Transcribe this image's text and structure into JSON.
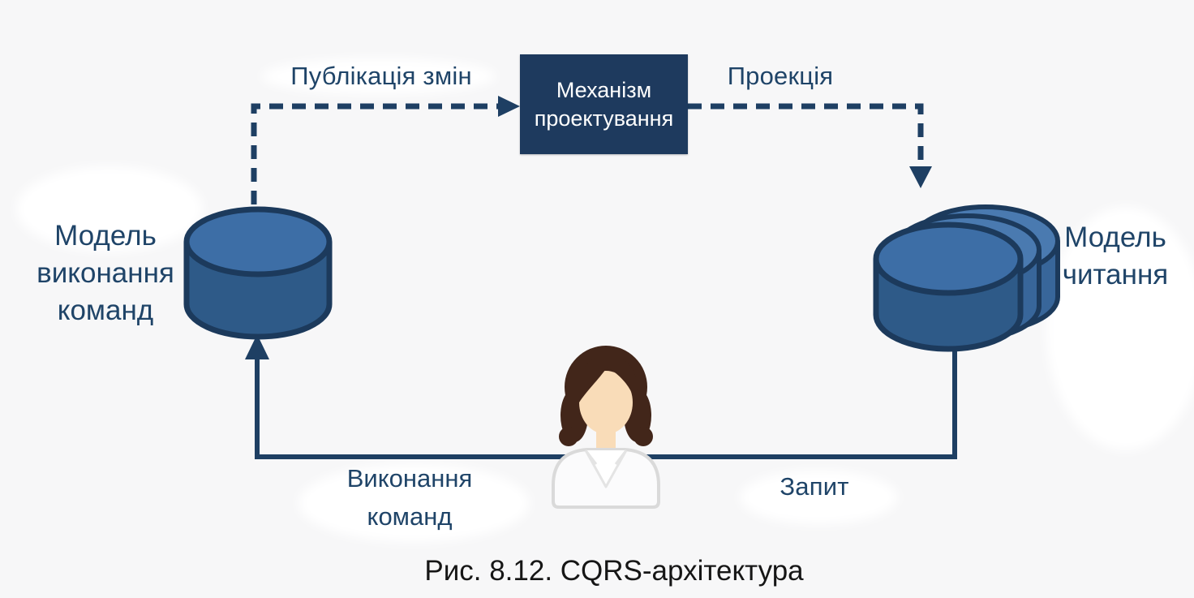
{
  "figure": {
    "caption": "Рис. 8.12. CQRS-архітектура"
  },
  "diagram": {
    "projection_box": {
      "label_line1": "Механізм",
      "label_line2": "проектування"
    },
    "arrow_labels": {
      "publish_changes": "Публікація змін",
      "projection": "Проекція",
      "execute_commands_line1": "Виконання",
      "execute_commands_line2": "команд",
      "query": "Запит"
    },
    "command_model_label": {
      "line1": "Модель",
      "line2": "виконання",
      "line3": "команд"
    },
    "read_model_label": {
      "line1": "Модель",
      "line2": "читання"
    }
  },
  "colors": {
    "background": "#f7f7f8",
    "line": "#1e3f63",
    "box_bg": "#1e3a5e",
    "box_text": "#ffffff",
    "label_text": "#1f4468",
    "cylinder_top": "#3d6ea6",
    "cylinder_body": "#2e5a88",
    "cylinder_back_top": "#4a7ab0",
    "cylinder_back_body": "#38669a",
    "cylinder_outline": "#1c3a5c",
    "caption_text": "#161616",
    "hair": "#42261a",
    "skin": "#f9dcb8",
    "shirt": "#fbfbfc",
    "shirt_outline": "#dadada"
  }
}
